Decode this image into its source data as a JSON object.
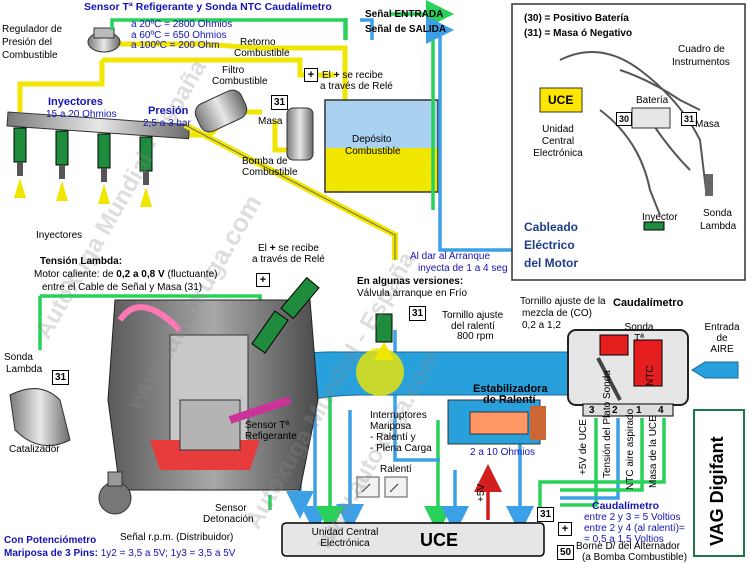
{
  "header": {
    "title": "Sensor Tª Refigerante y Sonda NTC Caudalímetro",
    "entrada_label": "Señal ENTRADA",
    "salida_label": "Señal de SALIDA"
  },
  "regulador": {
    "label_line1": "Regulador de",
    "label_line2": "Presión del",
    "label_line3": "Combustible",
    "temp1": "a 20ºC = 2800 Ohmios",
    "temp2": "a 60ºC =  650 Ohmios",
    "temp3": "a 100ºC = 200 Ohm"
  },
  "retorno": {
    "line1": "Retorno",
    "line2": "Combustible"
  },
  "filtro": {
    "line1": "Filtro",
    "line2": "Combustible"
  },
  "inyectores_top": {
    "title": "Inyectores",
    "ohms": "15 a 20 Ohmios"
  },
  "presion": {
    "title": "Presión",
    "value": "2,5 a 3 bar"
  },
  "rele_top": {
    "line1": "El",
    "line1b": "se recibe",
    "line2": "a través de Relé"
  },
  "masa_left": "Masa",
  "deposito": {
    "line1": "Depósito",
    "line2": "Combustible"
  },
  "bomba": {
    "line1": "Bomba de",
    "line2": "Combustible"
  },
  "inyectores_bottom": "Inyectores",
  "tension_lambda": {
    "title": "Tensión Lambda:",
    "line1a": "Motor caliente: de",
    "line1b": "0,2 a 0,8 V",
    "line1c": "(fluctuante)",
    "line2": "entre el Cable de Señal y Masa (31)"
  },
  "rele_mid": {
    "line1": "El",
    "line1b": "se recibe",
    "line2": "a través de Relé"
  },
  "arranque": {
    "line1": "Al dar al Arranque",
    "line2": "inyecta de 1 a 4 seg"
  },
  "versiones": {
    "title": "En algunas versiones:",
    "line2": "Válvula arranque en Frío"
  },
  "tornillo_ralenti": {
    "line1": "Tornillo ajuste",
    "line2": "del ralentí",
    "line3": "800 rpm"
  },
  "tornillo_co": {
    "line1": "Tornillo ajuste de la",
    "line2": "mezcla de (CO)",
    "line3": "0,2 a 1,2"
  },
  "caudalimetro_title": "Caudalímetro",
  "sonda_t": {
    "line1": "Sonda",
    "line2": "Tª"
  },
  "ntc": "NTC",
  "entrada_aire": {
    "line1": "Entrada",
    "line2": "de",
    "line3": "AIRE"
  },
  "sonda_lambda_left": {
    "line1": "Sonda",
    "line2": "Lambda"
  },
  "catalizador": "Catalizador",
  "estabilizadora": {
    "line1": "Estabilizadora",
    "line2": "de Ralentí"
  },
  "interruptores": {
    "line1": "Interruptores",
    "line2": "Mariposa",
    "line3": "- Ralentí  y",
    "line4": "- Plena Carga"
  },
  "ohms_estab": "2 a 10 Ohmios",
  "ralenti": "Ralentí",
  "sensor_refrig": {
    "line1": "Sensor Tª",
    "line2": "Refigerante"
  },
  "sensor_det": {
    "line1": "Sensor",
    "line2": "Detonación"
  },
  "senal_rpm": "Señal r.p.m. (Distribuidor)",
  "potenciometro": {
    "line1": "Con Potenciómetro",
    "line2a": "Mariposa de 3 Pins:",
    "line2b": "1y2 = 3,5 a 5V;  1y3 = 3,5 a 5V"
  },
  "ucm_box": {
    "line1": "Unidad Central",
    "line2": "Electrónica",
    "code": "UCE"
  },
  "plus5v": "+5V",
  "pins": [
    "3",
    "2",
    "1",
    "4"
  ],
  "pin_labels": [
    "+5V de UCE",
    "Tensión del Plato Sonda",
    "NTC aire aspirado",
    "Masa de la UCE"
  ],
  "caudal_bottom": {
    "title": "Caudalímetro",
    "line1": "entre 2 y 3 = 5 Voltios",
    "line2": "entre 2 y 4 (al ralentí)=",
    "line3": "= 0,5 a 1,5 Voltios"
  },
  "borne": {
    "line1": "Borne D/ del Alternador",
    "line2": "(a Bomba Combustible)"
  },
  "vag": "VAG Digifant",
  "inset": {
    "legend1": "(30) = Positivo Batería",
    "legend2": "(31) = Masa ó Negativo",
    "cuadro": {
      "line1": "Cuadro de",
      "line2": "Instrumentos"
    },
    "uce_label": {
      "line1": "Unidad",
      "line2": "Central",
      "line3": "Electrónica"
    },
    "bateria": "Batería",
    "masa": "Masa",
    "inyector": "Inyector",
    "sonda": {
      "line1": "Sonda",
      "line2": "Lambda"
    },
    "title": {
      "line1": "Cableado",
      "line2": "Eléctrico",
      "line3": "del Motor"
    },
    "badge": "UCE",
    "b30": "30",
    "b31": "31"
  },
  "badges": {
    "b31": "31",
    "b50": "50",
    "plus": "+"
  },
  "watermarks": [
    "AutoXuga Mundial - España",
    "www.autoxuga.com",
    "Autoxuga Mundial - España",
    "www.autoxuga.com"
  ],
  "colors": {
    "fuel_yellow": "#f0e600",
    "signal_in_green": "#28d25a",
    "signal_out_blue": "#3ca0e6",
    "intake_blue": "#28a0dc",
    "wire_red": "#d21e1e",
    "title_blue": "#1414b4",
    "vag_green": "#1e7846"
  }
}
